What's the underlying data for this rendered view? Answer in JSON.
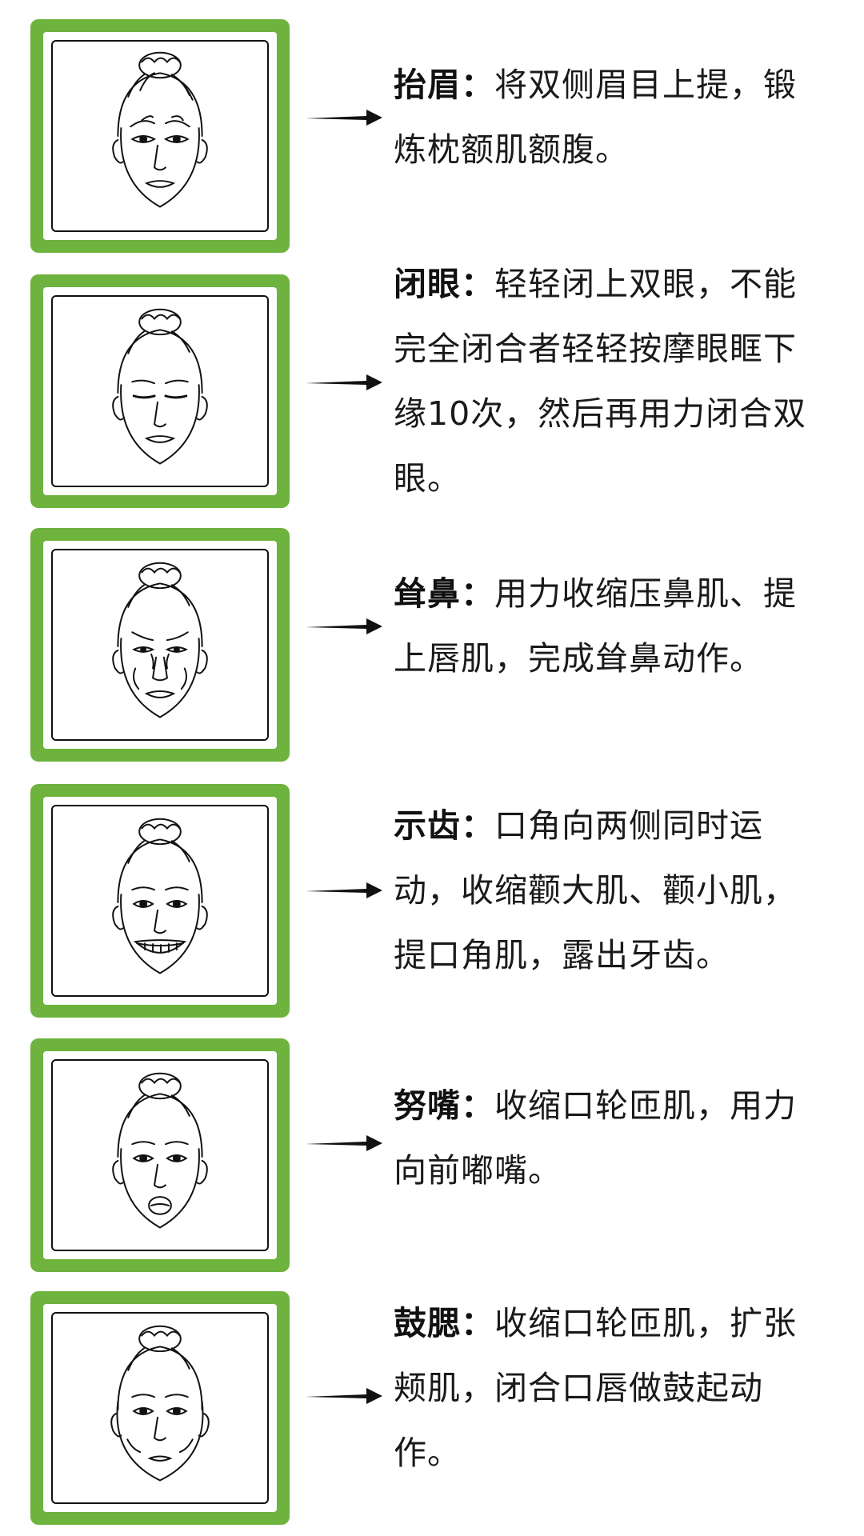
{
  "exercises": [
    {
      "id": "raise-brows",
      "term": "抬眉",
      "colon": "：",
      "text": "将双侧眉目上提，锻炼枕额肌额腹。"
    },
    {
      "id": "close-eyes",
      "term": "闭眼",
      "colon": "：",
      "text": "轻轻闭上双眼，不能完全闭合者轻轻按摩眼眶下缘10次，然后再用力闭合双眼。"
    },
    {
      "id": "wrinkle-nose",
      "term": "耸鼻",
      "colon": "：",
      "text": "用力收缩压鼻肌、提上唇肌，完成耸鼻动作。"
    },
    {
      "id": "show-teeth",
      "term": "示齿",
      "colon": "：",
      "text": "口角向两侧同时运动，收缩颧大肌、颧小肌，提口角肌，露出牙齿。"
    },
    {
      "id": "pout-lips",
      "term": "努嘴",
      "colon": "：",
      "text": "收缩口轮匝肌，用力向前嘟嘴。"
    },
    {
      "id": "puff-cheeks",
      "term": "鼓腮",
      "colon": "：",
      "text": "收缩口轮匝肌，扩张颊肌，闭合口唇做鼓起动作。"
    }
  ],
  "colors": {
    "frame_green": "#6fb33f",
    "ink": "#111111",
    "text": "#1a1a1a"
  }
}
